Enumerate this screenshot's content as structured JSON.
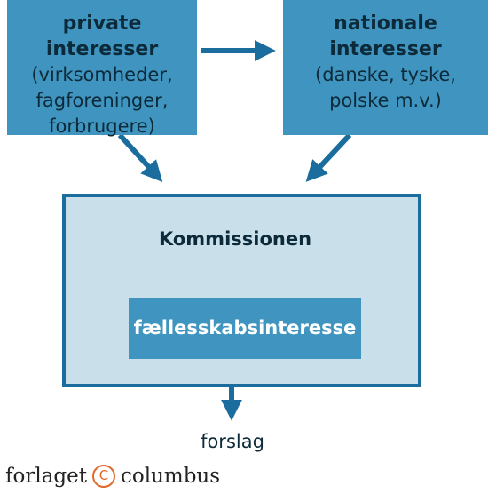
{
  "private_box": {
    "title": "private interesser",
    "lines": [
      "(virksomheder,",
      "fagforeninger,",
      "forbrugere)"
    ]
  },
  "national_box": {
    "title_lines": [
      "nationale",
      "interesser"
    ],
    "lines": [
      "(danske, tyske,",
      "polske m.v.)"
    ]
  },
  "commission": {
    "label": "Kommissionen",
    "common_interest": "fællesskabsinteresse"
  },
  "output": {
    "label": "forslag"
  },
  "publisher": {
    "name_left": "forlaget",
    "mark": "C",
    "name_right": "columbus"
  },
  "colors": {
    "box_fill": "#3f95bf",
    "frame_stroke": "#1b6d9d",
    "frame_fill": "#c9dfea",
    "text_dark": "#0d2a3a",
    "loop_arrow": "#5aa5cc",
    "publisher_mark": "#e06a2c"
  }
}
